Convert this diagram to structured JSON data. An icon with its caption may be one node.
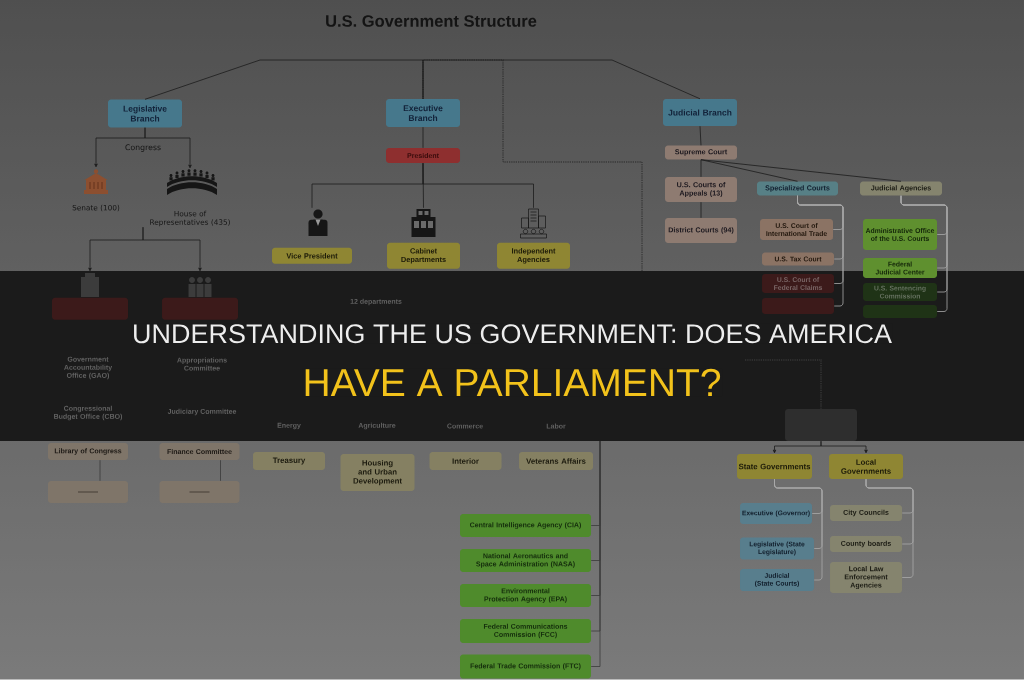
{
  "diagram": {
    "title": "U.S. Government Structure",
    "nodes": [
      {
        "text": [
          "Legislative Branch"
        ]
      },
      {
        "text": [
          "Executive Branch"
        ]
      },
      {
        "text": [
          "Judicial Branch"
        ]
      },
      {
        "text": [
          "Senate (100)"
        ]
      },
      {
        "text": [
          "House of Representatives (435)"
        ]
      },
      {
        "text": [],
        "shape": "box"
      },
      {
        "text": [],
        "shape": "box"
      },
      {
        "text": [
          "Library of Congress"
        ]
      },
      {
        "text": [],
        "shape": "box"
      },
      {
        "text": [
          "Finance Committee"
        ]
      },
      {
        "text": [],
        "shape": "box"
      },
      {
        "text": [
          "President"
        ]
      },
      {
        "text": [
          "Vice President"
        ]
      },
      {
        "text": [
          "Cabinet Departments"
        ]
      },
      {
        "text": [
          "Independent Agencies"
        ]
      },
      {
        "text": [
          "Treasury"
        ]
      },
      {
        "text": [
          "Housing and Urban Development"
        ]
      },
      {
        "text": [
          "Interior"
        ]
      },
      {
        "text": [
          "Veterans Affairs"
        ]
      },
      {
        "text": [
          "Central Intelligence Agency (CIA)"
        ]
      },
      {
        "text": [
          "National Aeronautics and Space Administration (NASA)"
        ]
      },
      {
        "text": [
          "Environmental Protection Agency (EPA)"
        ]
      },
      {
        "text": [
          "Federal Communications Commission (FCC)"
        ]
      },
      {
        "text": [
          "Federal Trade Commission (FTC)"
        ]
      },
      {
        "text": [
          "Supreme Court"
        ]
      },
      {
        "text": [
          "U.S. Courts of Appeals (13)"
        ]
      },
      {
        "text": [
          "District Courts (94)"
        ]
      },
      {
        "text": [
          "Specialized Courts"
        ]
      },
      {
        "text": [
          "Judicial Agencies"
        ]
      },
      {
        "text": [
          "U.S. Court of International Trade"
        ]
      },
      {
        "text": [
          "U.S. Tax Court"
        ]
      },
      {
        "text": [
          "U.S. Court of Federal Claims"
        ]
      },
      {
        "text": [],
        "shape": "box"
      },
      {
        "text": [
          "Administrative Office of the U.S. Courts"
        ]
      },
      {
        "text": [
          "Federal Judicial Center"
        ]
      },
      {
        "text": [
          "U.S. Sentencing Commission"
        ]
      },
      {
        "text": [],
        "shape": "box"
      },
      {
        "text": [],
        "shape": "box"
      },
      {
        "text": [
          "State Governments"
        ]
      },
      {
        "text": [
          "Local Governments"
        ]
      },
      {
        "text": [
          "Executive (Governor)"
        ]
      },
      {
        "text": [
          "Legislative (State Legislature)"
        ]
      },
      {
        "text": [
          "Judicial (State Courts)"
        ]
      },
      {
        "text": [
          "City Councils"
        ]
      },
      {
        "text": [
          "County boards"
        ]
      },
      {
        "text": [
          "Local Law Enforcement Agencies"
        ]
      }
    ],
    "edges": [
      {
        "from": 1,
        "to": 0,
        "arrow": "none"
      },
      {
        "from": 1,
        "to": 2,
        "arrow": "none"
      },
      {
        "from": 1,
        "to": null,
        "arrow": "none",
        "style": "dashed"
      },
      {
        "from": 0,
        "to": 3,
        "arrow": "to"
      },
      {
        "from": 0,
        "to": 4,
        "arrow": "to"
      },
      {
        "from": 4,
        "to": 5,
        "arrow": "to"
      },
      {
        "from": 4,
        "to": 6,
        "arrow": "to"
      },
      {
        "from": 7,
        "to": 8,
        "arrow": "none",
        "color": "#3a3a3a"
      },
      {
        "from": 9,
        "to": 10,
        "arrow": "none",
        "color": "#3a3a3a"
      },
      {
        "from": 1,
        "to": 11,
        "arrow": "none"
      },
      {
        "from": 11,
        "to": 12,
        "arrow": "none"
      },
      {
        "from": 11,
        "to": 13,
        "arrow": "none"
      },
      {
        "from": 11,
        "to": 14,
        "arrow": "none"
      },
      {
        "from": null,
        "to": 19,
        "arrow": "none",
        "color": "#3a3a3a"
      },
      {
        "from": null,
        "to": 20,
        "arrow": "none",
        "color": "#3a3a3a"
      },
      {
        "from": null,
        "to": 21,
        "arrow": "none",
        "color": "#3a3a3a"
      },
      {
        "from": null,
        "to": 22,
        "arrow": "none",
        "color": "#3a3a3a"
      },
      {
        "from": null,
        "to": 23,
        "arrow": "none",
        "color": "#3a3a3a"
      },
      {
        "from": 2,
        "to": 24,
        "arrow": "none"
      },
      {
        "from": 24,
        "to": 25,
        "arrow": "none"
      },
      {
        "from": 25,
        "to": 26,
        "arrow": "none"
      },
      {
        "from": 24,
        "to": 27,
        "arrow": "none"
      },
      {
        "from": 24,
        "to": 28,
        "arrow": "none"
      },
      {
        "from": 27,
        "to": 29,
        "arrow": "none",
        "color": "#aaaaaa"
      },
      {
        "from": 27,
        "to": 30,
        "arrow": "none",
        "color": "#aaaaaa"
      },
      {
        "from": 27,
        "to": 31,
        "arrow": "none",
        "color": "#aaaaaa"
      },
      {
        "from": 27,
        "to": 32,
        "arrow": "none",
        "color": "#aaaaaa"
      },
      {
        "from": 28,
        "to": 33,
        "arrow": "none",
        "color": "#aaaaaa"
      },
      {
        "from": 28,
        "to": 34,
        "arrow": "none",
        "color": "#aaaaaa"
      },
      {
        "from": 28,
        "to": 35,
        "arrow": "none",
        "color": "#aaaaaa"
      },
      {
        "from": 28,
        "to": 36,
        "arrow": "none",
        "color": "#aaaaaa"
      },
      {
        "from": 37,
        "to": 38,
        "arrow": "to"
      },
      {
        "from": 37,
        "to": 39,
        "arrow": "to"
      },
      {
        "from": 38,
        "to": 40,
        "arrow": "none",
        "color": "#aaaaaa"
      },
      {
        "from": 38,
        "to": 41,
        "arrow": "none",
        "color": "#aaaaaa"
      },
      {
        "from": 38,
        "to": 42,
        "arrow": "none",
        "color": "#aaaaaa"
      },
      {
        "from": 39,
        "to": 43,
        "arrow": "none",
        "color": "#aaaaaa"
      },
      {
        "from": 39,
        "to": 44,
        "arrow": "none",
        "color": "#aaaaaa"
      },
      {
        "from": 39,
        "to": 45,
        "arrow": "none",
        "color": "#aaaaaa"
      },
      {
        "from": null,
        "to": 37,
        "arrow": "none",
        "style": "dashed",
        "color": "#4d4d4d"
      }
    ],
    "labels": [
      "Congress",
      "12 departments",
      "UNDERSTANDING THE US GOVERNMENT: DOES AMERICA",
      "Government Accountability Office (GAO)",
      "Appropriations Committee",
      "HAVE A PARLIAMENT?",
      "Congressional Budget Office (CBO)",
      "Judiciary Committee",
      "Energy",
      "Agriculture",
      "Commerce",
      "Labor"
    ]
  }
}
